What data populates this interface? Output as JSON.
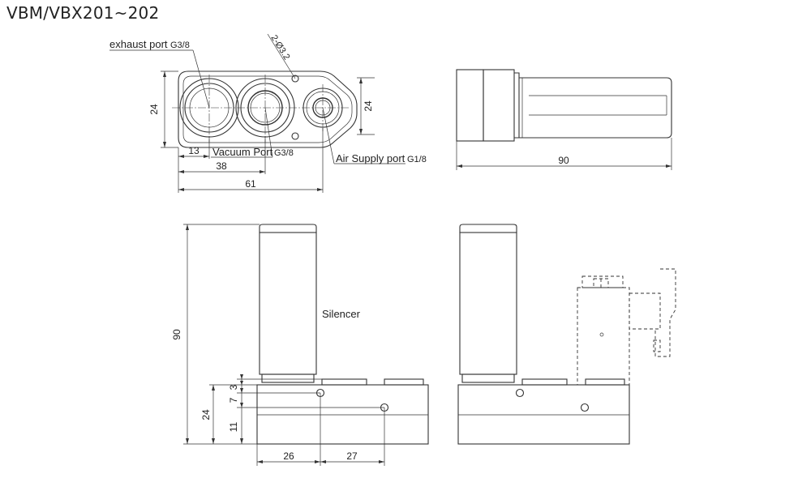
{
  "title": "VBM/VBX201~202",
  "labels": {
    "exhaust_port": "exhaust port",
    "exhaust_thread": "G3/8",
    "hole_spec": "2-Ø3.2",
    "vacuum_port": "Vacuum Port",
    "vacuum_thread": "G3/8",
    "air_supply_port": "Air Supply port",
    "air_supply_thread": "G1/8",
    "silencer": "Silencer"
  },
  "dimensions": {
    "top_height_left": "24",
    "top_height_right": "24",
    "top_offset_13": "13",
    "top_offset_38": "38",
    "top_width_61": "61",
    "side_length_90": "90",
    "front_height_90": "90",
    "front_height_24": "24",
    "front_7": "7",
    "front_3": "3",
    "front_11": "11",
    "front_26": "26",
    "front_27": "27"
  }
}
